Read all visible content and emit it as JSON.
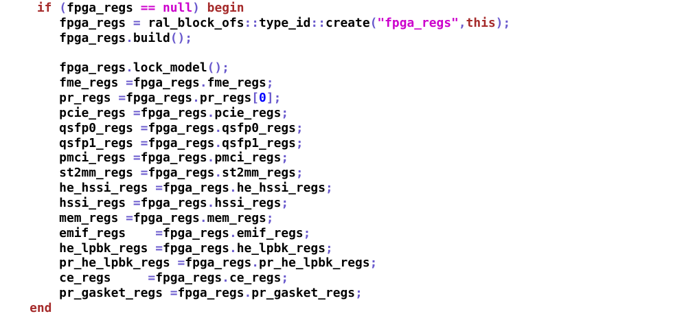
{
  "colors": {
    "background": "#ffffff",
    "plain": "#000000",
    "keyword": "#a52a2a",
    "constant": "#cc00cc",
    "operator": "#6a5acd",
    "number": "#0000ff"
  },
  "code": {
    "language": "systemverilog",
    "lines": [
      [
        [
          "plain",
          "     "
        ],
        [
          "keyword",
          "if"
        ],
        [
          "plain",
          " "
        ],
        [
          "operator",
          "("
        ],
        [
          "plain",
          "fpga_regs "
        ],
        [
          "constant",
          "=="
        ],
        [
          "plain",
          " "
        ],
        [
          "constant",
          "null"
        ],
        [
          "operator",
          ")"
        ],
        [
          "plain",
          " "
        ],
        [
          "keyword",
          "begin"
        ]
      ],
      [
        [
          "plain",
          "        fpga_regs "
        ],
        [
          "operator",
          "="
        ],
        [
          "plain",
          " ral_block_ofs"
        ],
        [
          "operator",
          "::"
        ],
        [
          "plain",
          "type_id"
        ],
        [
          "operator",
          "::"
        ],
        [
          "plain",
          "create"
        ],
        [
          "operator",
          "("
        ],
        [
          "constant",
          "\"fpga_regs\""
        ],
        [
          "operator",
          ","
        ],
        [
          "keyword",
          "this"
        ],
        [
          "operator",
          ");"
        ]
      ],
      [
        [
          "plain",
          "        fpga_regs"
        ],
        [
          "operator",
          "."
        ],
        [
          "plain",
          "build"
        ],
        [
          "operator",
          "();"
        ]
      ],
      [],
      [
        [
          "plain",
          "        fpga_regs"
        ],
        [
          "operator",
          "."
        ],
        [
          "plain",
          "lock_model"
        ],
        [
          "operator",
          "();"
        ]
      ],
      [
        [
          "plain",
          "        fme_regs "
        ],
        [
          "operator",
          "="
        ],
        [
          "plain",
          "fpga_regs"
        ],
        [
          "operator",
          "."
        ],
        [
          "plain",
          "fme_regs"
        ],
        [
          "operator",
          ";"
        ]
      ],
      [
        [
          "plain",
          "        pr_regs "
        ],
        [
          "operator",
          "="
        ],
        [
          "plain",
          "fpga_regs"
        ],
        [
          "operator",
          "."
        ],
        [
          "plain",
          "pr_regs"
        ],
        [
          "operator",
          "["
        ],
        [
          "number",
          "0"
        ],
        [
          "operator",
          "];"
        ]
      ],
      [
        [
          "plain",
          "        pcie_regs "
        ],
        [
          "operator",
          "="
        ],
        [
          "plain",
          "fpga_regs"
        ],
        [
          "operator",
          "."
        ],
        [
          "plain",
          "pcie_regs"
        ],
        [
          "operator",
          ";"
        ]
      ],
      [
        [
          "plain",
          "        qsfp0_regs "
        ],
        [
          "operator",
          "="
        ],
        [
          "plain",
          "fpga_regs"
        ],
        [
          "operator",
          "."
        ],
        [
          "plain",
          "qsfp0_regs"
        ],
        [
          "operator",
          ";"
        ]
      ],
      [
        [
          "plain",
          "        qsfp1_regs "
        ],
        [
          "operator",
          "="
        ],
        [
          "plain",
          "fpga_regs"
        ],
        [
          "operator",
          "."
        ],
        [
          "plain",
          "qsfp1_regs"
        ],
        [
          "operator",
          ";"
        ]
      ],
      [
        [
          "plain",
          "        pmci_regs "
        ],
        [
          "operator",
          "="
        ],
        [
          "plain",
          "fpga_regs"
        ],
        [
          "operator",
          "."
        ],
        [
          "plain",
          "pmci_regs"
        ],
        [
          "operator",
          ";"
        ]
      ],
      [
        [
          "plain",
          "        st2mm_regs "
        ],
        [
          "operator",
          "="
        ],
        [
          "plain",
          "fpga_regs"
        ],
        [
          "operator",
          "."
        ],
        [
          "plain",
          "st2mm_regs"
        ],
        [
          "operator",
          ";"
        ]
      ],
      [
        [
          "plain",
          "        he_hssi_regs "
        ],
        [
          "operator",
          "="
        ],
        [
          "plain",
          "fpga_regs"
        ],
        [
          "operator",
          "."
        ],
        [
          "plain",
          "he_hssi_regs"
        ],
        [
          "operator",
          ";"
        ]
      ],
      [
        [
          "plain",
          "        hssi_regs "
        ],
        [
          "operator",
          "="
        ],
        [
          "plain",
          "fpga_regs"
        ],
        [
          "operator",
          "."
        ],
        [
          "plain",
          "hssi_regs"
        ],
        [
          "operator",
          ";"
        ]
      ],
      [
        [
          "plain",
          "        mem_regs "
        ],
        [
          "operator",
          "="
        ],
        [
          "plain",
          "fpga_regs"
        ],
        [
          "operator",
          "."
        ],
        [
          "plain",
          "mem_regs"
        ],
        [
          "operator",
          ";"
        ]
      ],
      [
        [
          "plain",
          "        emif_regs    "
        ],
        [
          "operator",
          "="
        ],
        [
          "plain",
          "fpga_regs"
        ],
        [
          "operator",
          "."
        ],
        [
          "plain",
          "emif_regs"
        ],
        [
          "operator",
          ";"
        ]
      ],
      [
        [
          "plain",
          "        he_lpbk_regs "
        ],
        [
          "operator",
          "="
        ],
        [
          "plain",
          "fpga_regs"
        ],
        [
          "operator",
          "."
        ],
        [
          "plain",
          "he_lpbk_regs"
        ],
        [
          "operator",
          ";"
        ]
      ],
      [
        [
          "plain",
          "        pr_he_lpbk_regs "
        ],
        [
          "operator",
          "="
        ],
        [
          "plain",
          "fpga_regs"
        ],
        [
          "operator",
          "."
        ],
        [
          "plain",
          "pr_he_lpbk_regs"
        ],
        [
          "operator",
          ";"
        ]
      ],
      [
        [
          "plain",
          "        ce_regs     "
        ],
        [
          "operator",
          "="
        ],
        [
          "plain",
          "fpga_regs"
        ],
        [
          "operator",
          "."
        ],
        [
          "plain",
          "ce_regs"
        ],
        [
          "operator",
          ";"
        ]
      ],
      [
        [
          "plain",
          "        pr_gasket_regs "
        ],
        [
          "operator",
          "="
        ],
        [
          "plain",
          "fpga_regs"
        ],
        [
          "operator",
          "."
        ],
        [
          "plain",
          "pr_gasket_regs"
        ],
        [
          "operator",
          ";"
        ]
      ],
      [
        [
          "plain",
          "    "
        ],
        [
          "keyword",
          "end"
        ]
      ]
    ]
  }
}
